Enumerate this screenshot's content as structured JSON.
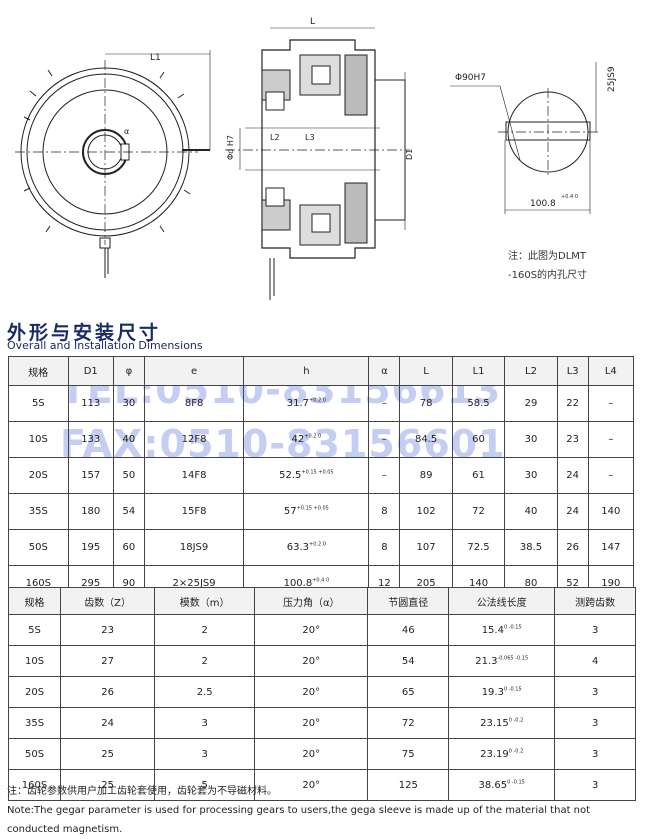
{
  "drawing": {
    "labels": {
      "L1": "L1",
      "L": "L",
      "L2": "L2",
      "L3": "L3",
      "D1": "D1",
      "phiH7": "Φd H7",
      "bore": "Φ90H7",
      "key": "25JS9",
      "depth": "100.8",
      "depth_tol": "+0.4 0",
      "alpha": "α"
    },
    "note_line1": "注：此图为DLMT",
    "note_line2": "-160S的内孔尺寸"
  },
  "section_title_cn": "外形与安装尺寸",
  "section_title_en": "Overall and Installation Dimensions",
  "watermark_tel": "TEL:0510-83156613",
  "watermark_fax": "FAX:0510-83156601",
  "table1": {
    "headers": [
      "规格",
      "D1",
      "φ",
      "e",
      "h",
      "α",
      "L",
      "L1",
      "L2",
      "L3",
      "L4"
    ],
    "rows": [
      [
        "5S",
        "113",
        "30",
        "8F8",
        "31.7",
        "+0.2 0",
        "–",
        "78",
        "58.5",
        "29",
        "22",
        "–"
      ],
      [
        "10S",
        "133",
        "40",
        "12F8",
        "42",
        "+0.2 0",
        "–",
        "84.5",
        "60",
        "30",
        "23",
        "–"
      ],
      [
        "20S",
        "157",
        "50",
        "14F8",
        "52.5",
        "+0.15 +0.05",
        "–",
        "89",
        "61",
        "30",
        "24",
        "–"
      ],
      [
        "35S",
        "180",
        "54",
        "15F8",
        "57",
        "+0.15 +0.05",
        "8",
        "102",
        "72",
        "40",
        "24",
        "140"
      ],
      [
        "50S",
        "195",
        "60",
        "18JS9",
        "63.3",
        "+0.2 0",
        "8",
        "107",
        "72.5",
        "38.5",
        "26",
        "147"
      ],
      [
        "160S",
        "295",
        "90",
        "2×25JS9",
        "100.8",
        "+0.4 0",
        "12",
        "205",
        "140",
        "80",
        "52",
        "190"
      ]
    ]
  },
  "table2": {
    "headers": [
      "规格",
      "齿数（Z）",
      "模数（m）",
      "压力角（α）",
      "节圆直径",
      "公法线长度",
      "测跨齿数"
    ],
    "rows": [
      [
        "5S",
        "23",
        "2",
        "20°",
        "46",
        "15.4",
        "0 -0.15",
        "3"
      ],
      [
        "10S",
        "27",
        "2",
        "20°",
        "54",
        "21.3",
        "-0.065 -0.15",
        "4"
      ],
      [
        "20S",
        "26",
        "2.5",
        "20°",
        "65",
        "19.3",
        "0 -0.15",
        "3"
      ],
      [
        "35S",
        "24",
        "3",
        "20°",
        "72",
        "23.15",
        "0 -0.2",
        "3"
      ],
      [
        "50S",
        "25",
        "3",
        "20°",
        "75",
        "23.19",
        "0 -0.2",
        "3"
      ],
      [
        "160S",
        "25",
        "5",
        "20°",
        "125",
        "38.65",
        "0 -0.15",
        "3"
      ]
    ]
  },
  "note_cn": "注：齿轮参数供用户加工齿轮套使用，齿轮套为不导磁材料。",
  "note_en_1": "Note:The gegar parameter is used for processing gears to users,the gega sleeve is made up of the material that not",
  "note_en_2": "conducted magnetism."
}
